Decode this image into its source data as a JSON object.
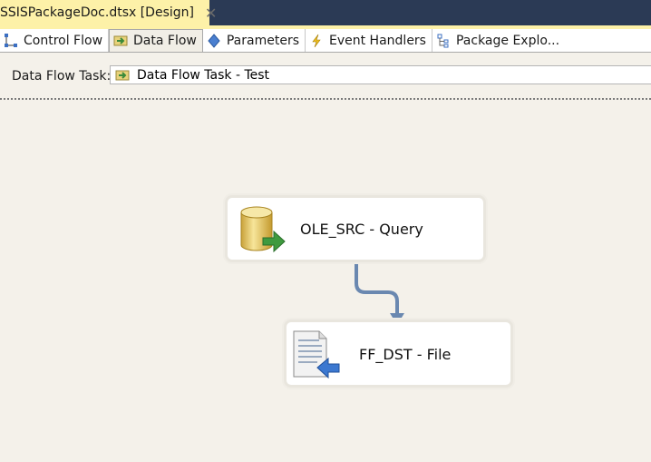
{
  "document_tab": {
    "title": "SSISPackageDoc.dtsx [Design]",
    "close_icon": "close-icon"
  },
  "designer_tabs": [
    {
      "label": "Control Flow",
      "icon": "control-flow-icon",
      "active": false
    },
    {
      "label": "Data Flow",
      "icon": "data-flow-icon",
      "active": true
    },
    {
      "label": "Parameters",
      "icon": "parameters-icon",
      "active": false
    },
    {
      "label": "Event Handlers",
      "icon": "event-handlers-icon",
      "active": false
    },
    {
      "label": "Package Explo...",
      "icon": "package-explorer-icon",
      "active": false
    }
  ],
  "task_selector": {
    "label": "Data Flow Task:",
    "value": "Data Flow Task - Test"
  },
  "components": [
    {
      "name": "OLE_SRC - Query",
      "icon": "ole-db-source-icon"
    },
    {
      "name": "FF_DST - File",
      "icon": "flat-file-destination-icon"
    }
  ],
  "colors": {
    "connector": "#6a88b0",
    "doc_tab": "#fdf1a8",
    "title_bar": "#2b3a55",
    "canvas": "#f4f1ea"
  }
}
